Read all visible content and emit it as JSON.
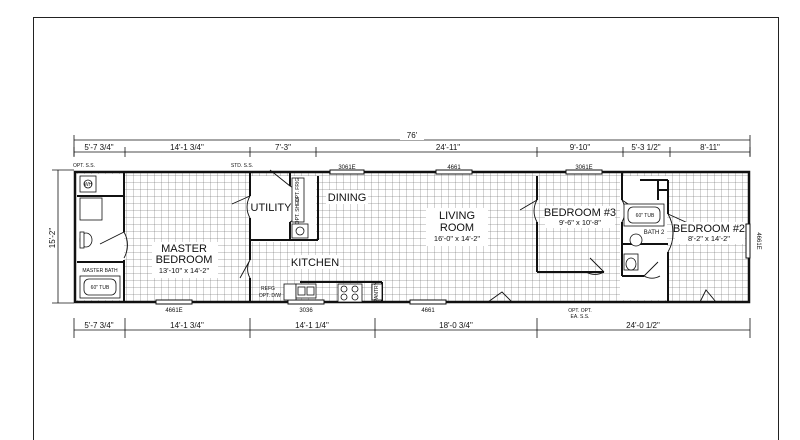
{
  "overall_length": "76'",
  "overall_width": "15'-2\"",
  "top_dims": [
    "5'-7 3/4\"",
    "14'-1 3/4\"",
    "7'-3\"",
    "24'-11\"",
    "9'-10\"",
    "5'-3 1/2\"",
    "8'-11\""
  ],
  "bottom_dims": [
    "5'-7 3/4\"",
    "14'-1 3/4\"",
    "14'-1 1/4\"",
    "18'-0 3/4\"",
    "24'-0 1/2\""
  ],
  "rooms": {
    "master_bedroom": {
      "name_line1": "MASTER",
      "name_line2": "BEDROOM",
      "size": "13'-10\" x 14'-2\""
    },
    "utility": {
      "name": "UTILITY"
    },
    "dining": {
      "name": "DINING"
    },
    "kitchen": {
      "name": "KITCHEN"
    },
    "living_room": {
      "name_line1": "LIVING",
      "name_line2": "ROOM",
      "size": "16'-0\" x 14'-2\""
    },
    "bedroom3": {
      "name": "BEDROOM #3",
      "size": "9'-6\" x 10'-8\""
    },
    "bedroom2": {
      "name": "BEDROOM #2",
      "size": "8'-2\" x 14'-2\""
    },
    "bath2": {
      "name": "BATH 2"
    },
    "master_bath": {
      "name": "MASTER BATH"
    }
  },
  "fixtures": {
    "tub_master": "60\" TUB",
    "tub_bath2": "60\" TUB",
    "refrigerator": "REFG",
    "opt_dw": "OPT. D/W",
    "opt_shelf": "OPT. SHELF",
    "opt_frig": "OPT. FRIG",
    "pantry": "PANTRY",
    "wh": "WH",
    "std_ss": "STD. S.S.",
    "opt_ss": "OPT. S.S.",
    "opt_opt": "OPT. OPT.",
    "ea_ss": "EA. S.S."
  },
  "windows": {
    "w3061_a": "3061E",
    "w4661_a": "4661",
    "w3061_b": "3061E",
    "w4661e_bottom": "4661E",
    "w3036": "3036",
    "w4661_bottom": "4661",
    "w4661e_side": "4661E"
  }
}
